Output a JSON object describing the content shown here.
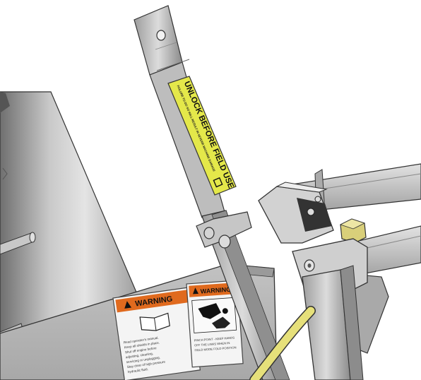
{
  "decals": {
    "lock_decal": {
      "main_text": "UNLOCK BEFORE FIELD USE",
      "sub_text": "FAILURE TO DO SO WILL RESULT IN SEVERE MACHINE DAMAGE"
    },
    "warning_left": {
      "title": "WARNING",
      "lines": [
        "Read operator's manual.",
        "Keep all shields in place.",
        "Shut off engine before",
        "adjusting, cleaning,",
        "servicing or unplugging.",
        "Stay clear of high pressure",
        "hydraulic fluid."
      ]
    },
    "warning_right": {
      "title": "WARNING",
      "lines": [
        "PINCH POINT - KEEP HANDS",
        "OFF THE LINKS WHEN IN",
        "FIELD MODE FOLD POSITION"
      ]
    }
  },
  "colors": {
    "decal_yellow": "#e4e84a",
    "warning_orange": "#e06a1e",
    "steel_light": "#cfcfcf",
    "steel_dark": "#7a7a7a",
    "hose_yellow": "#e6e07a"
  }
}
